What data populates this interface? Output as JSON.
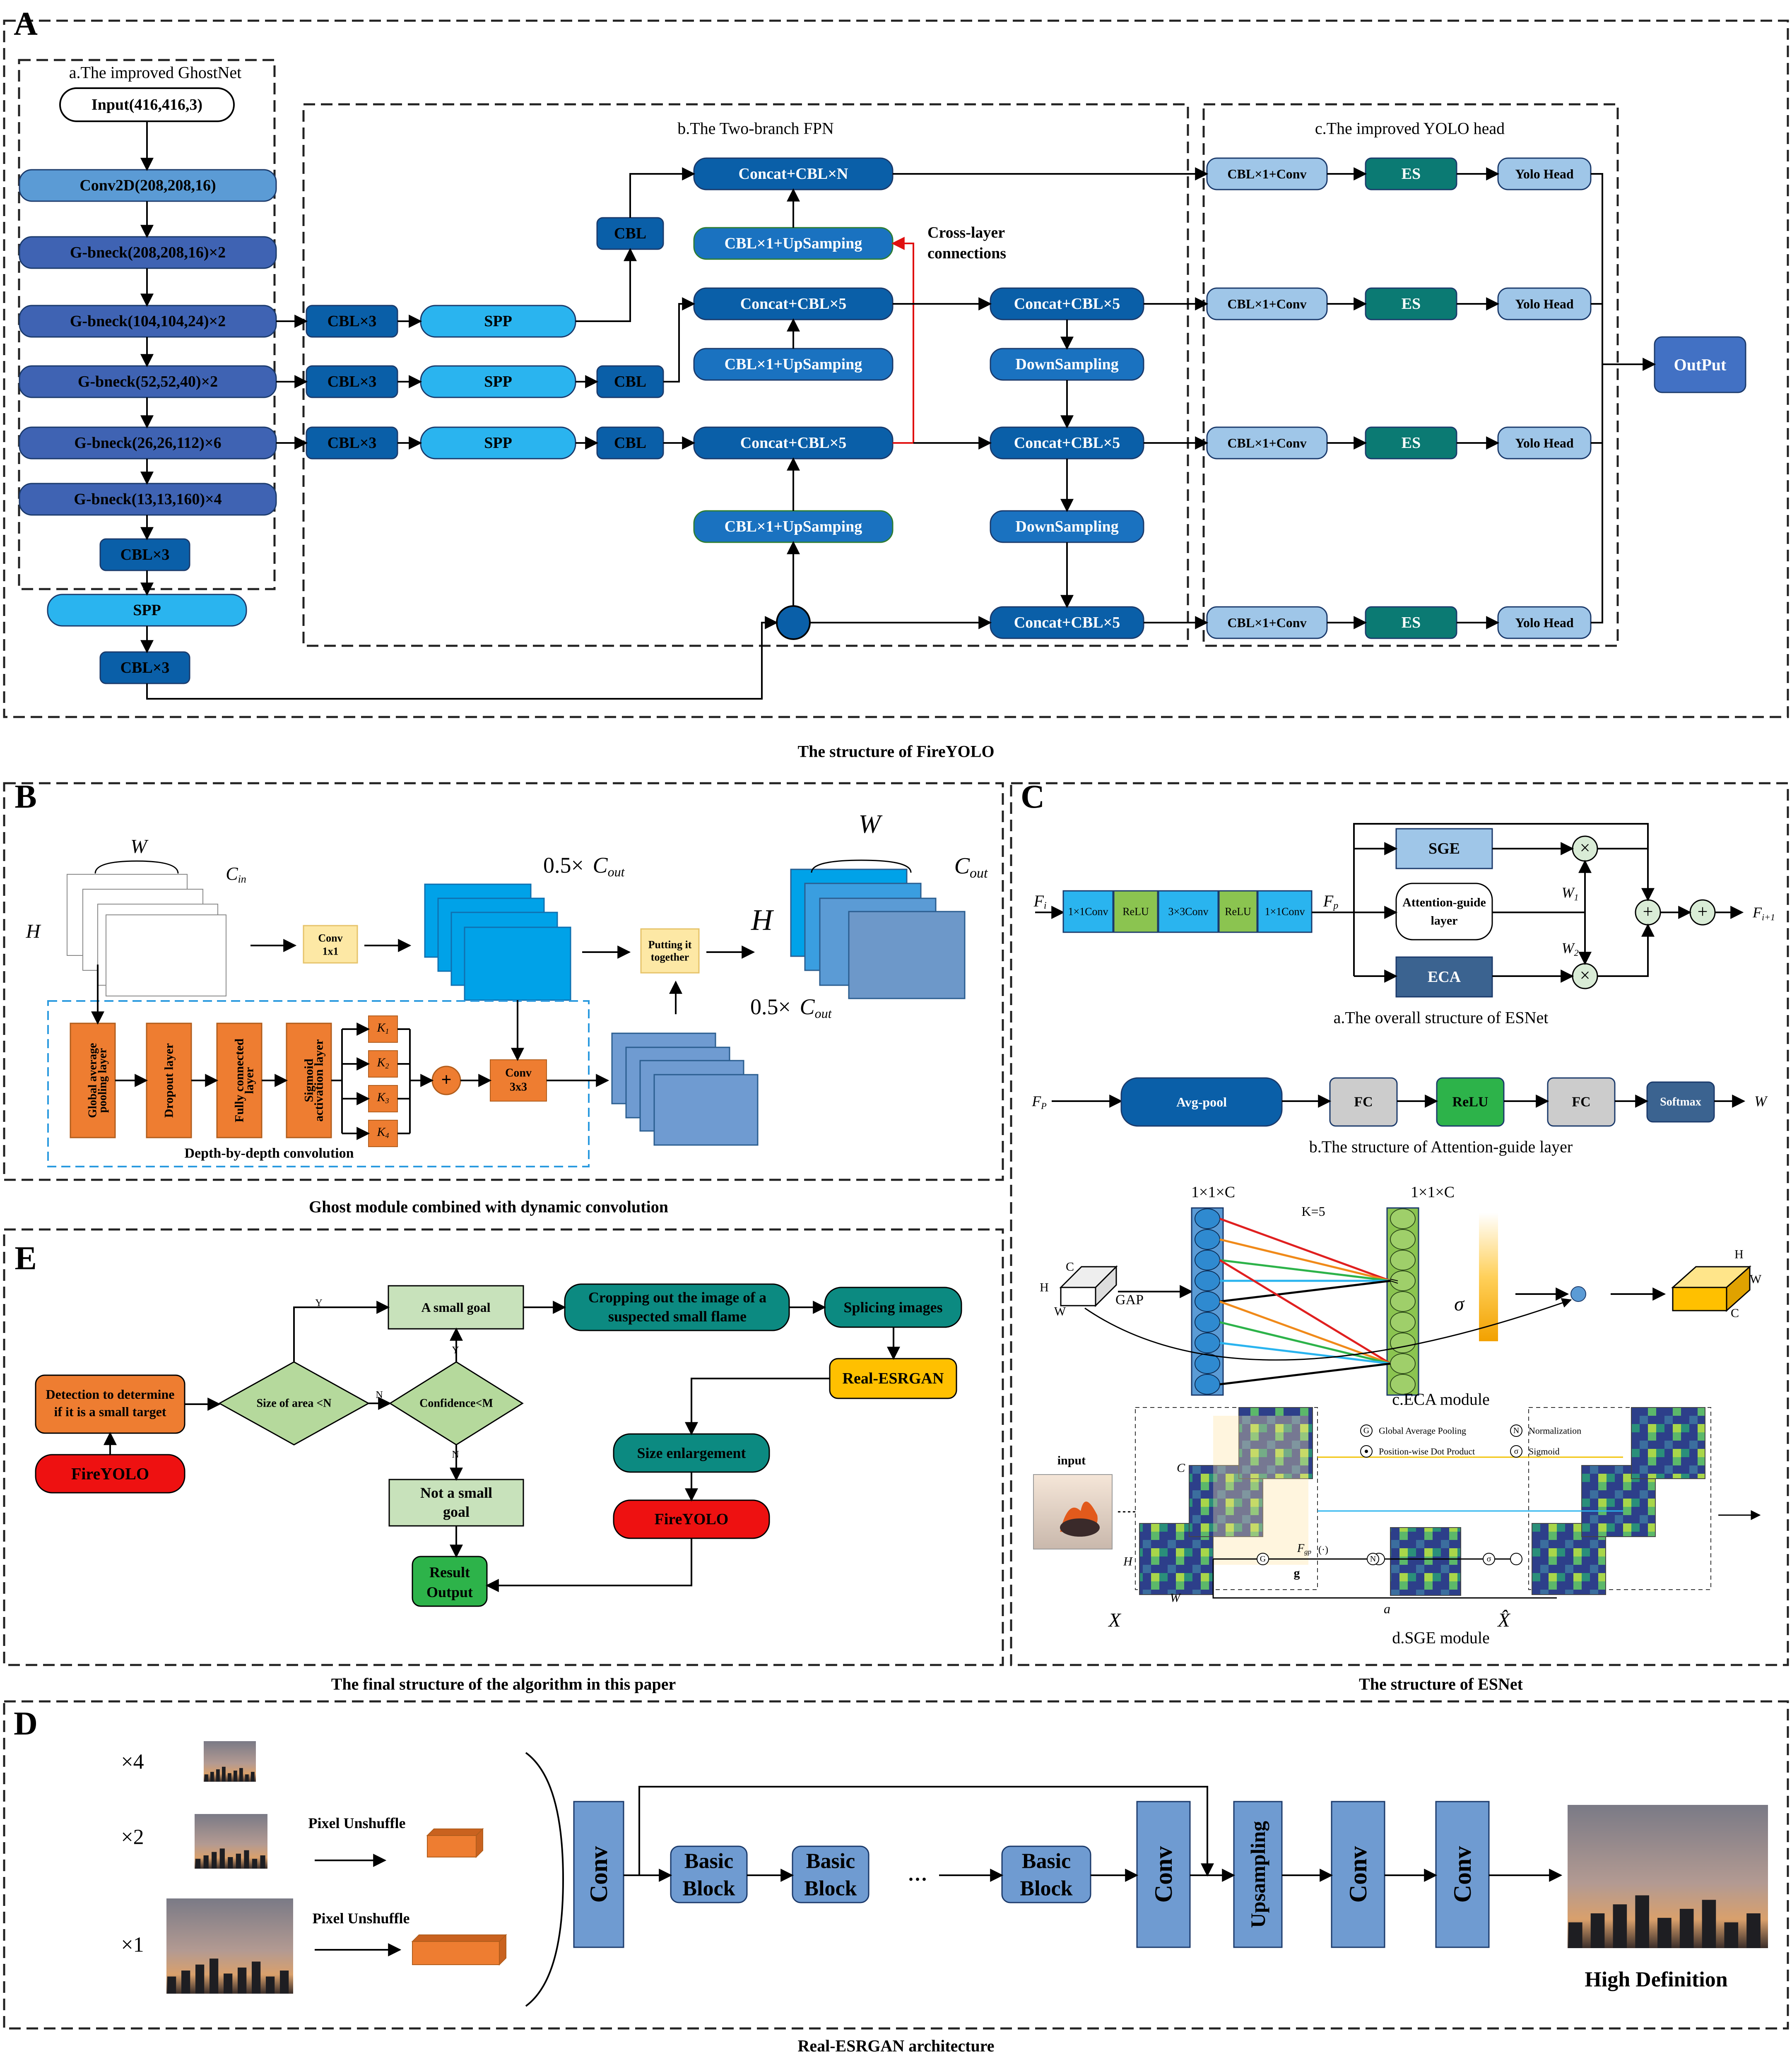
{
  "colors": {
    "border": "#222222",
    "dark_blue": "#0a5fa8",
    "mid_blue": "#1a72c0",
    "ghost_blue": "#3f63b3",
    "light_blue": "#2ab4ef",
    "sky_blue": "#9fc6e8",
    "teal": "#0b7a73",
    "steel": "#6f9bd1",
    "slate": "#3b6390",
    "orange": "#ee7d31",
    "red": "#ee1111",
    "yellow": "#ffc000",
    "green_dark": "#0c8a81",
    "light_green": "#c8e2bb",
    "diamond_green": "#b5d99c",
    "bright_green": "#2db34a",
    "relu_green": "#8bc450",
    "pale_yellow": "#fde8a5",
    "gray": "#cccccc",
    "output_blue": "#4271c4"
  },
  "panels": {
    "A": {
      "letter": "A",
      "caption": "The structure of FireYOLO",
      "ghostnet": {
        "title": "a.The improved GhostNet",
        "input": "Input(416,416,3)",
        "conv": "Conv2D(208,208,16)",
        "gb1": "G-bneck(208,208,16)×2",
        "gb2": "G-bneck(104,104,24)×2",
        "gb3": "G-bneck(52,52,40)×2",
        "gb4": "G-bneck(26,26,112)×6",
        "gb5": "G-bneck(13,13,160)×4",
        "cbl3": "CBL×3"
      },
      "spp": "SPP",
      "cbl3_bottom": "CBL×3",
      "fpn": {
        "title": "b.The Two-branch FPN",
        "cbl3": "CBL×3",
        "spp": "SPP",
        "cbl": "CBL",
        "concat_n": "Concat+CBL×N",
        "concat5": "Concat+CBL×5",
        "upsamp": "CBL×1+UpSamping",
        "downsamp": "DownSampling",
        "cross1": "Cross-layer",
        "cross2": "connections"
      },
      "head": {
        "title": "c.The  improved YOLO head",
        "conv": "CBL×1+Conv",
        "es": "ES",
        "yolo": "Yolo Head",
        "output": "OutPut"
      }
    },
    "B": {
      "letter": "B",
      "caption": "Ghost module combined with dynamic convolution",
      "w": "W",
      "h": "H",
      "cin": "C",
      "cin_sub": "in",
      "half": "0.5×",
      "cout": "C",
      "cout_sub": "out",
      "conv1": "Conv",
      "conv1b": "1x1",
      "put1": "Putting it",
      "put2": "together",
      "gap1": "Global average",
      "gap2": "pooling layer",
      "dropout": "Dropout layer",
      "fc1": "Fully connected",
      "fc2": "layer",
      "sig1": "Sigmoid",
      "sig2": "activation layer",
      "k": "K",
      "k1": "1",
      "k2": "2",
      "k3": "3",
      "k4": "4",
      "plus": "+",
      "conv3": "Conv",
      "conv3b": "3x3",
      "depth": "Depth-by-depth convolution"
    },
    "C": {
      "letter": "C",
      "caption": "The structure of ESNet",
      "a_title": "a.The overall structure of ESNet",
      "fi": "F",
      "fi_sub": "i",
      "fp": "F",
      "fp_sub": "p",
      "fout": "F",
      "fout_sub": "i+1",
      "chain": [
        "1×1Conv",
        "ReLU",
        "3×3Conv",
        "ReLU",
        "1×1Conv"
      ],
      "sge": "SGE",
      "att1": "Attention-guide",
      "att2": "layer",
      "eca": "ECA",
      "w1": "W",
      "w1_sub": "1",
      "w2": "W",
      "w2_sub": "2",
      "times": "×",
      "plus": "+",
      "b_title": "b.The structure of Attention-guide layer",
      "b_fp": "F",
      "b_fp_sub": "P",
      "avgpool": "Avg-pool",
      "fc": "FC",
      "relu": "ReLU",
      "softmax": "Softmax",
      "b_w": "W",
      "c_title": "c.ECA module",
      "dim": "1×1×C",
      "k5": "K=5",
      "gap": "GAP",
      "sigma": "σ",
      "c_c": "C",
      "c_h": "H",
      "c_w": "W",
      "d_title": "d.SGE module",
      "input": "input",
      "leg_g": "Global Average Pooling",
      "leg_dot": "Position-wise Dot Product",
      "leg_n": "Normalization",
      "leg_s": "Sigmoid",
      "sym_g": "G",
      "sym_n": "N",
      "sym_s": "σ",
      "fgp": "F",
      "fgp_sub": "gp",
      "fgp_tail": "(·)",
      "g": "g",
      "a": "a",
      "d_c": "C",
      "d_h": "H",
      "d_w": "W",
      "x": "X",
      "xhat": "X̂"
    },
    "D": {
      "letter": "D",
      "caption": "Real-ESRGAN architecture",
      "x4": "×4",
      "x2": "×2",
      "x1": "×1",
      "pixel": "Pixel Unshuffle",
      "conv": "Conv",
      "basic1": "Basic",
      "basic2": "Block",
      "dots": "···",
      "upsampling": "Upsampling",
      "hd": "High Definition"
    },
    "E": {
      "letter": "E",
      "caption": "The final structure of the algorithm in this paper",
      "detect1": "Detection to determine",
      "detect2": "if it is a small target",
      "fireyolo": "FireYOLO",
      "size": "Size of area <N",
      "conf": "Confidence<M",
      "small": "A small goal",
      "notsmall1": "Not a small",
      "notsmall2": "goal",
      "crop1": "Cropping out the image of a",
      "crop2": "suspected small flame",
      "splice": "Splicing images",
      "esrgan": "Real-ESRGAN",
      "enlarge": "Size enlargement",
      "fireyolo2": "FireYOLO",
      "result1": "Result",
      "result2": "Output",
      "y": "Y",
      "n": "N"
    }
  }
}
